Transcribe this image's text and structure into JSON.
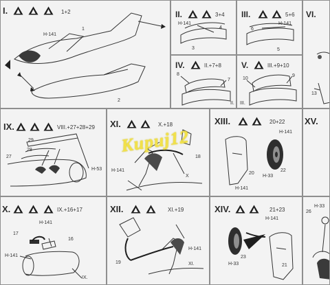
{
  "page": {
    "watermark": "Kupuj12"
  },
  "icons": {
    "symbol": "triangle-warning-icon"
  },
  "steps": {
    "s1": {
      "num": "I.",
      "sub": "1+2",
      "labels": {
        "a": "1",
        "b": "H-141",
        "c": "2"
      }
    },
    "s2": {
      "num": "II.",
      "sub": "3+4",
      "labels": {
        "a": "H-141",
        "b": "4",
        "c": "3"
      }
    },
    "s3": {
      "num": "III.",
      "sub": "5+6",
      "labels": {
        "a": "6",
        "b": "H-141",
        "c": "5"
      }
    },
    "s4": {
      "num": "IV.",
      "sub": "II.+7+8",
      "labels": {
        "a": "8",
        "b": "7",
        "c": "II."
      }
    },
    "s5": {
      "num": "V.",
      "sub": "III.+9+10",
      "labels": {
        "a": "10",
        "b": "9",
        "c": "III."
      }
    },
    "s6": {
      "num": "VI.",
      "sub": "",
      "labels": {
        "a": "13"
      }
    },
    "s9": {
      "num": "IX.",
      "sub": "VIII.+27+28+29",
      "labels": {
        "a": "29",
        "b": "28",
        "c": "27",
        "d": "H-53"
      }
    },
    "s11": {
      "num": "XI.",
      "sub": "X.+18",
      "labels": {
        "a": "18",
        "b": "H-141",
        "c": "X"
      }
    },
    "s13": {
      "num": "XIII.",
      "sub": "20+22",
      "labels": {
        "a": "H-141",
        "b": "20",
        "c": "22",
        "d": "H-33",
        "e": "H-141"
      }
    },
    "s15": {
      "num": "XV.",
      "sub": "",
      "labels": {}
    },
    "s10": {
      "num": "X.",
      "sub": "IX.+16+17",
      "labels": {
        "a": "H-141",
        "b": "17",
        "c": "16",
        "d": "H-141",
        "e": "IX."
      }
    },
    "s12": {
      "num": "XII.",
      "sub": "XI.+19",
      "labels": {
        "a": "H-141",
        "b": "19",
        "c": "XI."
      }
    },
    "s14": {
      "num": "XIV.",
      "sub": "21+23",
      "labels": {
        "a": "H-141",
        "b": "23",
        "c": "H-33",
        "d": "21"
      }
    },
    "s16": {
      "num": "",
      "sub": "",
      "labels": {
        "a": "H-33",
        "b": "26"
      }
    }
  }
}
